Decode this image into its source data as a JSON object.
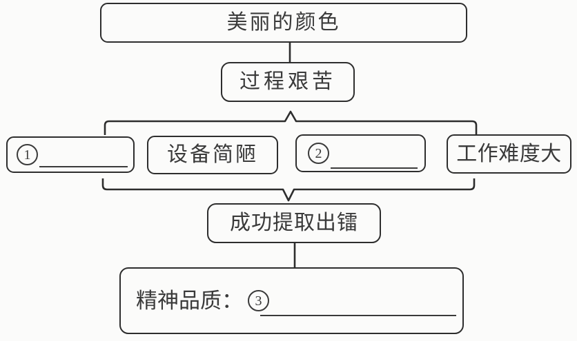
{
  "diagram": {
    "title_box": {
      "text": "美丽的颜色"
    },
    "process_box": {
      "text": "过程艰苦"
    },
    "factors": [
      {
        "type": "blank",
        "number": "1",
        "has_underline": true
      },
      {
        "type": "text",
        "text": "设备简陋"
      },
      {
        "type": "blank",
        "number": "2",
        "has_underline": true
      },
      {
        "type": "text",
        "text": "工作难度大"
      }
    ],
    "result_box": {
      "text": "成功提取出镭"
    },
    "quality_box": {
      "label": "精神品质：",
      "number": "3",
      "has_underline": true
    }
  },
  "colors": {
    "line": "#2d2d2d",
    "background": "#fbfbfa",
    "text": "#3a3a3a"
  }
}
